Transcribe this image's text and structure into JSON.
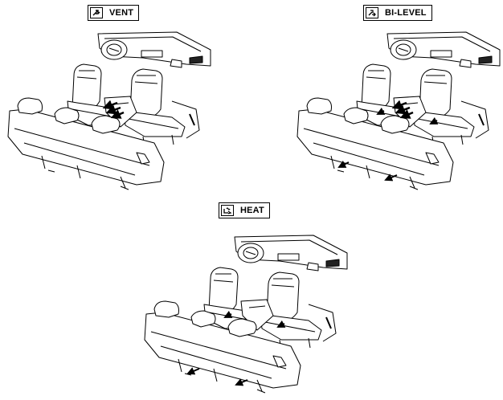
{
  "modes": [
    {
      "id": "vent",
      "label": "VENT",
      "icon": "vent-mode-icon",
      "airflow": [
        "center-console-vents"
      ]
    },
    {
      "id": "bilevel",
      "label": "BI-LEVEL",
      "icon": "bilevel-mode-icon",
      "airflow": [
        "center-console-vents",
        "front-floor",
        "rear-floor"
      ]
    },
    {
      "id": "heat",
      "label": "HEAT",
      "icon": "heat-mode-icon",
      "airflow": [
        "front-floor",
        "rear-floor"
      ]
    }
  ],
  "colors": {
    "line": "#000000",
    "background": "#ffffff",
    "arrow": "#000000"
  }
}
